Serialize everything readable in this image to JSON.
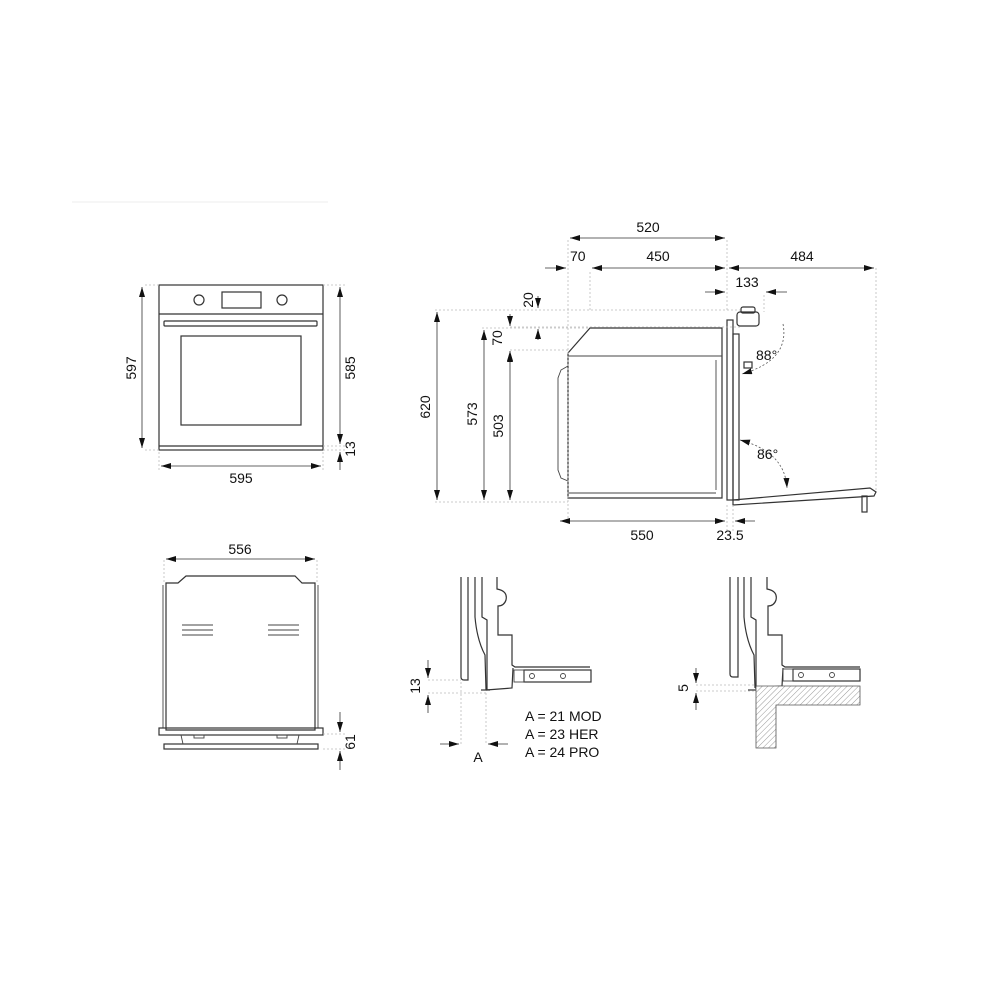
{
  "front_view": {
    "height_total": "597",
    "width": "595",
    "height_upper": "585",
    "height_lower": "13"
  },
  "side_view": {
    "depth_total": "520",
    "depth_front": "70",
    "depth_mid": "450",
    "door_open_reach": "484",
    "handle_offset": "133",
    "top_gap": "20",
    "top_step": "70",
    "height_total": "620",
    "height_mid": "573",
    "height_body": "503",
    "angle_top": "88°",
    "angle_bottom": "86°",
    "depth_body": "550",
    "door_thickness": "23.5"
  },
  "top_view": {
    "width": "556",
    "base_height": "61"
  },
  "detail_a": {
    "gap": "13",
    "label": "A",
    "notes": [
      "A = 21 MOD",
      "A = 23 HER",
      "A = 24 PRO"
    ]
  },
  "detail_b": {
    "gap": "5"
  }
}
